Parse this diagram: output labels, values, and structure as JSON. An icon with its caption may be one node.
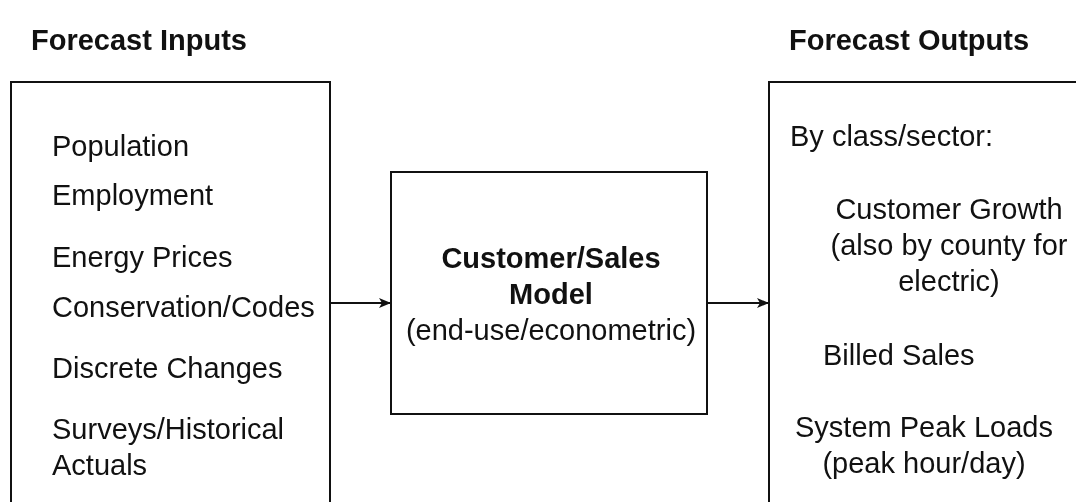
{
  "diagram": {
    "nodes": [
      {
        "text": [
          "Forecast Inputs",
          "Population",
          "Employment",
          "Energy Prices",
          "Conservation/Codes",
          "Discrete Changes",
          "Surveys/Historical Actuals"
        ]
      },
      {
        "text": [
          "Customer/Sales Model",
          "(end-use/econometric)"
        ]
      },
      {
        "text": [
          "Forecast Outputs",
          "By class/sector:",
          "Customer Growth (also by county for electric)",
          "Billed Sales",
          "System Peak Loads (peak hour/day)"
        ]
      }
    ],
    "edges": [
      {
        "from": 0,
        "to": 1,
        "arrow": "to"
      },
      {
        "from": 1,
        "to": 2,
        "arrow": "to"
      }
    ]
  }
}
